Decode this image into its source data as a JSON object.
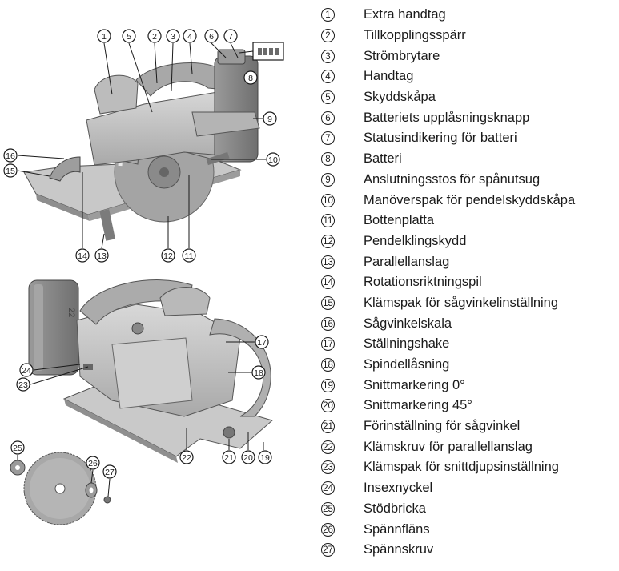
{
  "legend": [
    {
      "num": "1",
      "text": "Extra handtag"
    },
    {
      "num": "2",
      "text": "Tillkopplingsspärr"
    },
    {
      "num": "3",
      "text": "Strömbrytare"
    },
    {
      "num": "4",
      "text": "Handtag"
    },
    {
      "num": "5",
      "text": "Skyddskåpa"
    },
    {
      "num": "6",
      "text": "Batteriets upplåsningsknapp"
    },
    {
      "num": "7",
      "text": "Statusindikering för batteri"
    },
    {
      "num": "8",
      "text": "Batteri"
    },
    {
      "num": "9",
      "text": "Anslutningsstos för spånutsug"
    },
    {
      "num": "10",
      "text": "Manöverspak för pendelskyddskåpa"
    },
    {
      "num": "11",
      "text": "Bottenplatta"
    },
    {
      "num": "12",
      "text": "Pendelklingskydd"
    },
    {
      "num": "13",
      "text": "Parallellanslag"
    },
    {
      "num": "14",
      "text": "Rotationsriktningspil"
    },
    {
      "num": "15",
      "text": "Klämspak för sågvinkelinställning"
    },
    {
      "num": "16",
      "text": "Sågvinkelskala"
    },
    {
      "num": "17",
      "text": "Ställningshake"
    },
    {
      "num": "18",
      "text": "Spindellåsning"
    },
    {
      "num": "19",
      "text": "Snittmarkering 0°"
    },
    {
      "num": "20",
      "text": "Snittmarkering 45°"
    },
    {
      "num": "21",
      "text": "Förinställning för sågvinkel"
    },
    {
      "num": "22",
      "text": "Klämskruv för parallellanslag"
    },
    {
      "num": "23",
      "text": "Klämspak för snittdjupsinställning"
    },
    {
      "num": "24",
      "text": "Insexnyckel"
    },
    {
      "num": "25",
      "text": "Stödbricka"
    },
    {
      "num": "26",
      "text": "Spännfläns"
    },
    {
      "num": "27",
      "text": "Spännskruv"
    }
  ],
  "colors": {
    "body": "#bdbdbd",
    "dark": "#7f7f7f",
    "line": "#1a1a1a",
    "leds": "#6a6a6a"
  },
  "battery_marking": "22"
}
